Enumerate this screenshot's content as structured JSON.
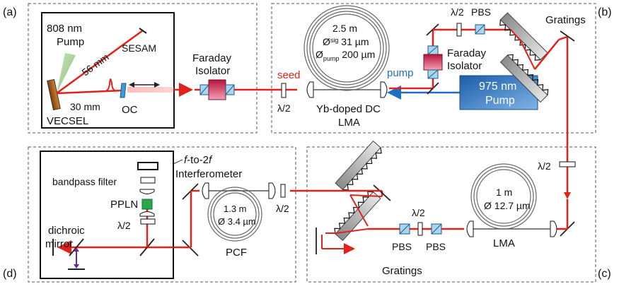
{
  "panels": {
    "a": "(a)",
    "b": "(b)",
    "c": "(c)",
    "d": "(d)"
  },
  "labels": {
    "pump808_line1": "808 nm",
    "pump808_line2": "Pump",
    "sesam": "SESAM",
    "dist56": "56 mm",
    "dist30": "30 mm",
    "vecsel": "VECSEL",
    "oc": "OC",
    "faraday1_line1": "Faraday",
    "faraday1_line2": "Isolator",
    "seed": "seed",
    "halfwave": "λ/2",
    "fiber1_len": "2.5 m",
    "fiber1_sig": "Ø",
    "fiber1_sig_sub": "sig",
    "fiber1_sig_val": " 31 µm",
    "fiber1_pump": "Ø",
    "fiber1_pump_sub": "pump",
    "fiber1_pump_val": " 200 µm",
    "pump_label": "pump",
    "ybdc_line1": "Yb-doped DC",
    "ybdc_line2": "LMA",
    "pbs": "PBS",
    "gratings": "Gratings",
    "faraday2_line1": "Faraday",
    "faraday2_line2": "Isolator",
    "pump975_line1": "975 nm",
    "pump975_line2": "Pump",
    "fiber2_len": "1 m",
    "fiber2_dia": "Ø 12.7 µm",
    "lma": "LMA",
    "pcf_len": "1.3 m",
    "pcf_dia": "Ø 3.4 µm",
    "pcf": "PCF",
    "f2f_line1a": "f",
    "f2f_line1b": "-to-2",
    "f2f_line1c": "f",
    "f2f_line2": "Interferometer",
    "bandpass": "bandpass filter",
    "ppln": "PPLN",
    "dichroic_line1": "dichroic",
    "dichroic_line2": "mirror"
  },
  "colors": {
    "beam": "#e0221b",
    "pump_beam": "#1f6fc4",
    "pump_box": "#2a7cc7",
    "faraday": "#d6334e",
    "ppln": "#2aa84a",
    "purple": "#6b2d8c",
    "seed_text": "#e0221b",
    "pump_text": "#1f6fc4"
  }
}
